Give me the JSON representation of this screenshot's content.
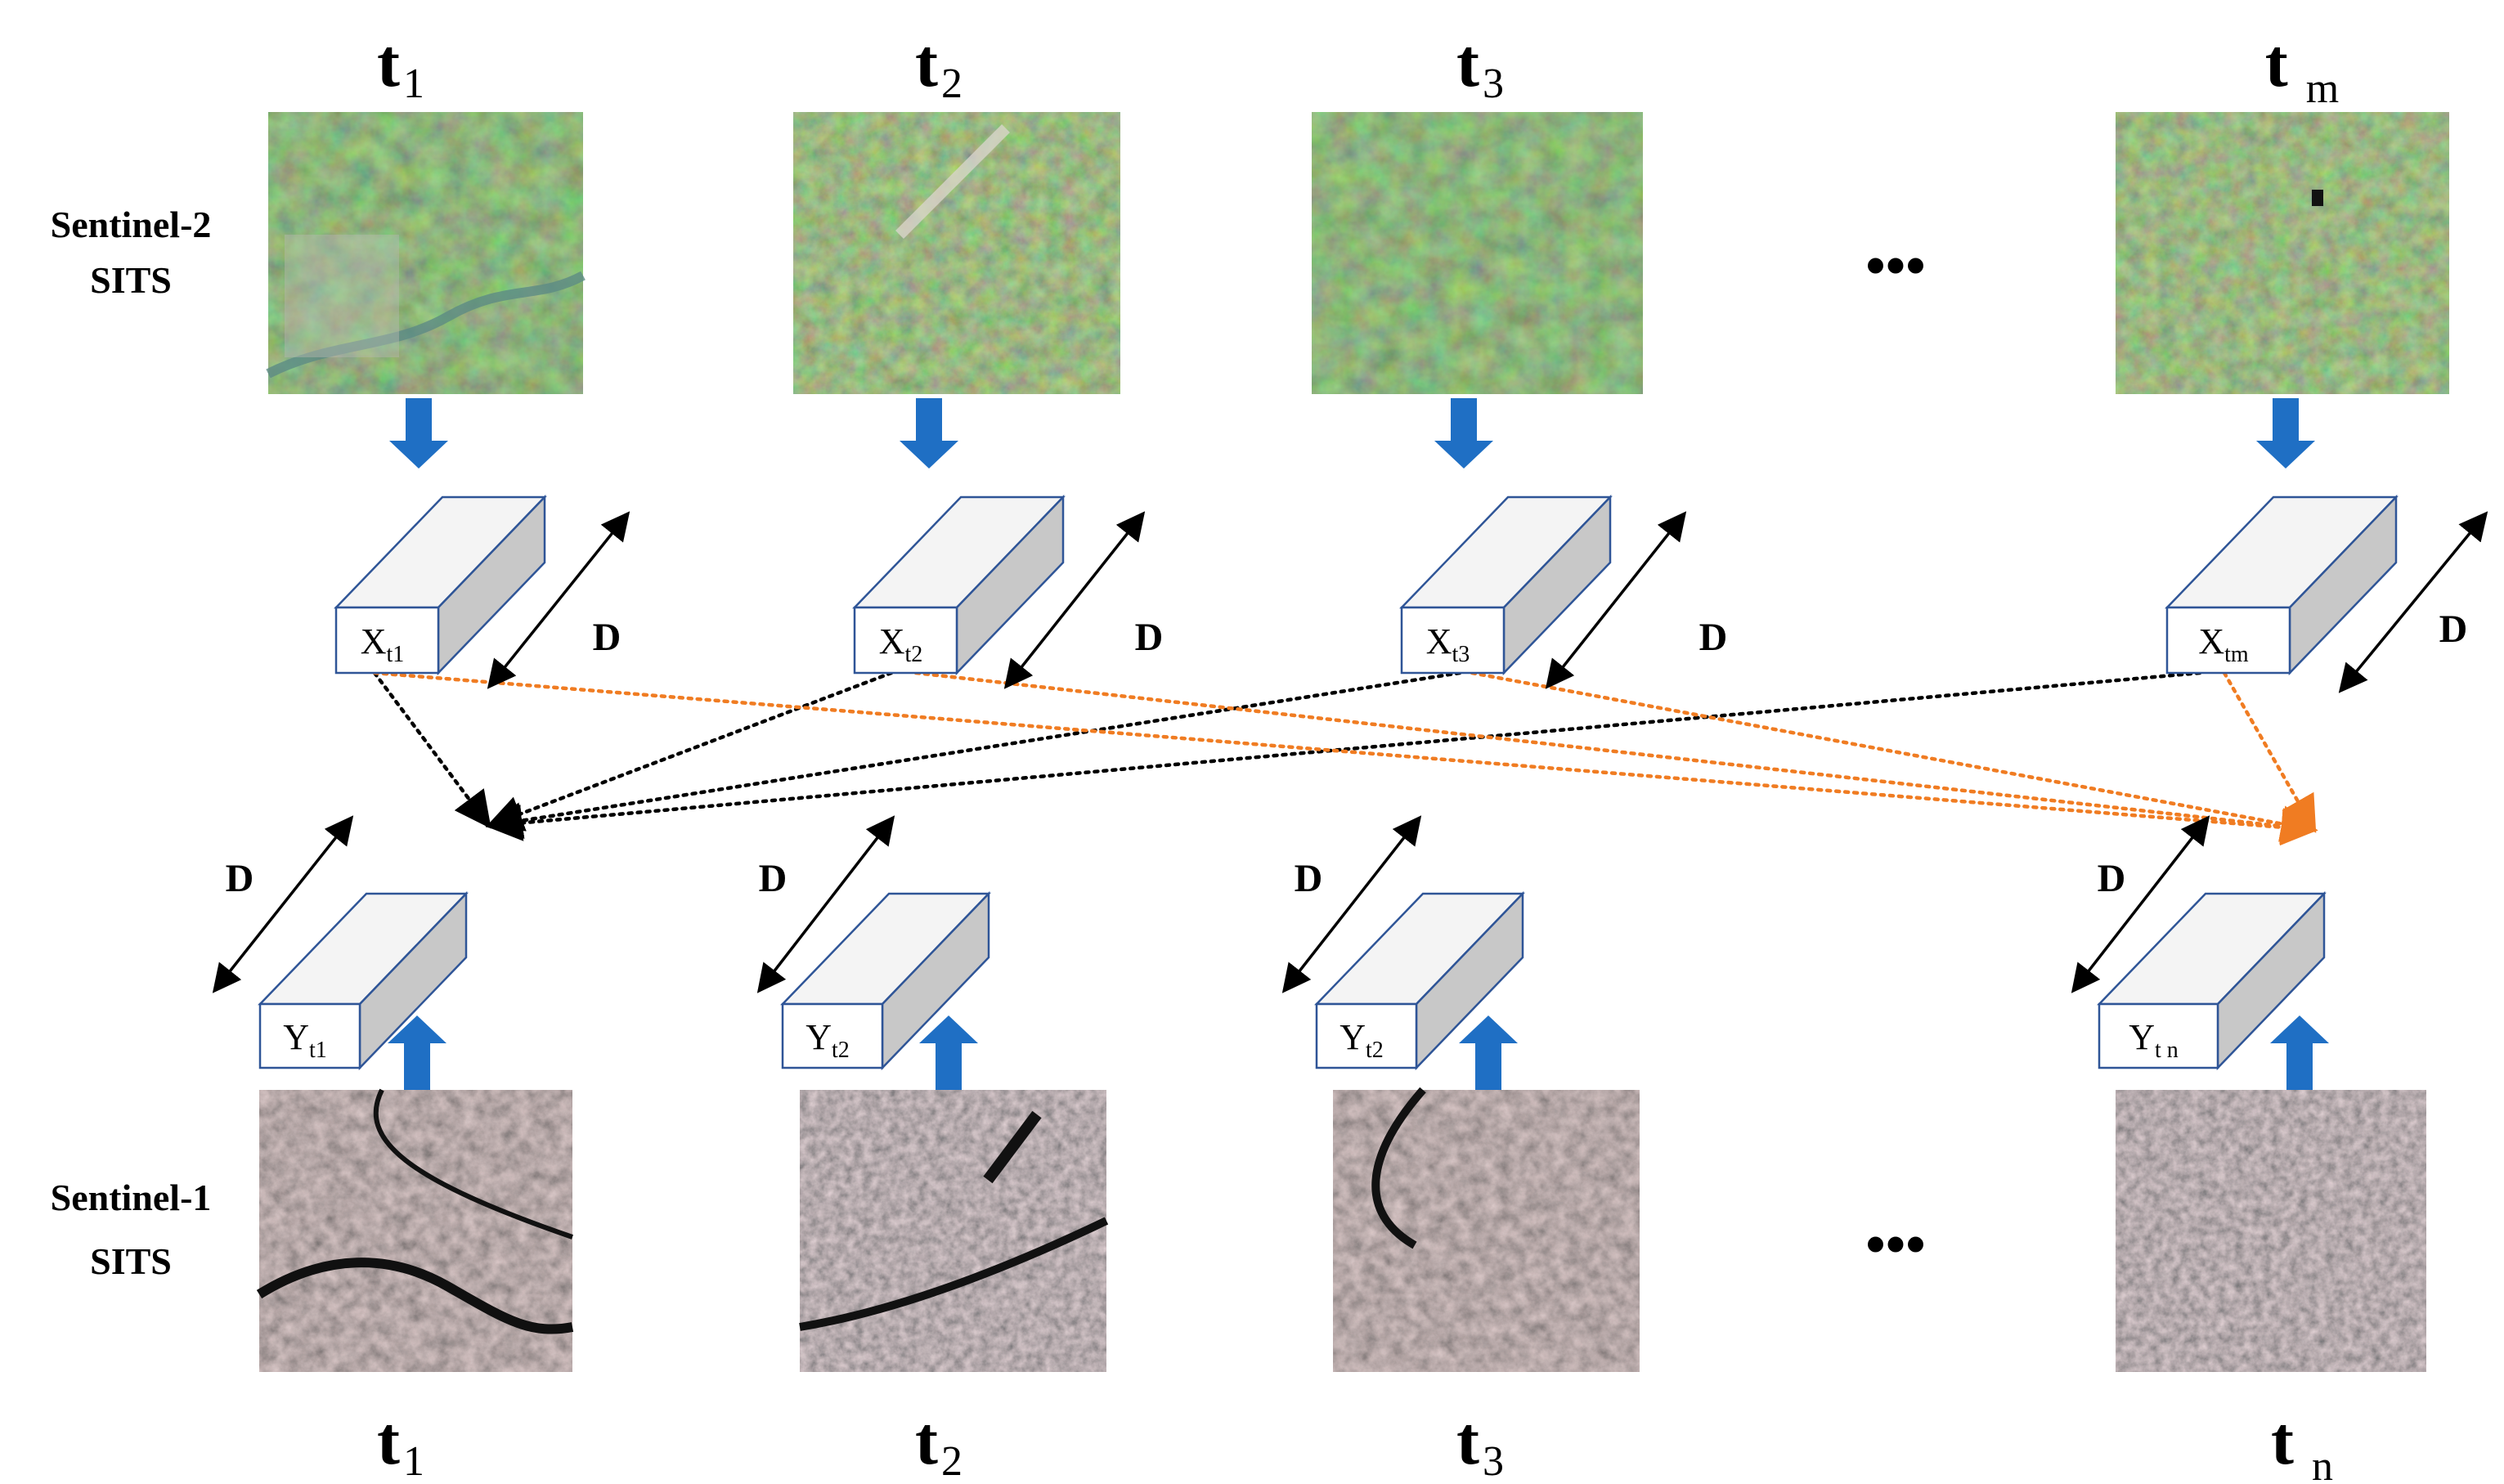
{
  "top_row": {
    "label_line1": "Sentinel-2",
    "label_line2": "SITS",
    "times": [
      {
        "base": "t",
        "sub": "1"
      },
      {
        "base": "t",
        "sub": "2"
      },
      {
        "base": "t",
        "sub": "3"
      },
      {
        "base": "t",
        "sub": "m"
      }
    ],
    "features": [
      {
        "base": "X",
        "sub": "t1"
      },
      {
        "base": "X",
        "sub": "t2"
      },
      {
        "base": "X",
        "sub": "t3"
      },
      {
        "base": "X",
        "sub": "tm"
      }
    ],
    "dimension_label": "D",
    "ellipsis": "•••"
  },
  "bottom_row": {
    "label_line1": "Sentinel-1",
    "label_line2": "SITS",
    "times": [
      {
        "base": "t",
        "sub": "1"
      },
      {
        "base": "t",
        "sub": "2"
      },
      {
        "base": "t",
        "sub": "3"
      },
      {
        "base": "t",
        "sub": "n"
      }
    ],
    "features": [
      {
        "base": "Y",
        "sub": "t1"
      },
      {
        "base": "Y",
        "sub": "t2"
      },
      {
        "base": "Y",
        "sub": "t2"
      },
      {
        "base": "Y",
        "sub": "t n"
      }
    ],
    "dimension_label": "D",
    "ellipsis": "•••"
  },
  "colors": {
    "block_arrow": "#1f6fc4",
    "prism_edge": "#2f5597",
    "prism_front": "#ffffff",
    "prism_side": "#c8c8c8",
    "prism_top": "#f4f4f4",
    "connector_s2_to_s1": "#000000",
    "connector_s1_to_s2": "#f07c22",
    "optical_green": "#4f7a3a",
    "sar_gray": "#6f7470"
  }
}
